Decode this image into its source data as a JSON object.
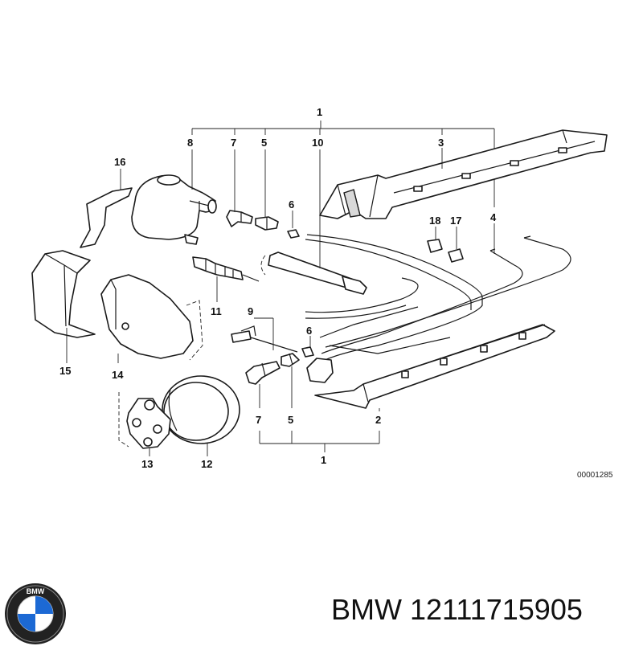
{
  "diagram": {
    "drawing_code": "00001285",
    "callouts": {
      "c1_top": "1",
      "c1_bottom": "1",
      "c2": "2",
      "c3": "3",
      "c4": "4",
      "c5_top": "5",
      "c5_bottom": "5",
      "c6_top": "6",
      "c6_bottom": "6",
      "c7_top": "7",
      "c7_bottom": "7",
      "c8": "8",
      "c9": "9",
      "c10": "10",
      "c11": "11",
      "c12": "12",
      "c13": "13",
      "c14": "14",
      "c15": "15",
      "c16": "16",
      "c17": "17",
      "c18": "18"
    }
  },
  "footer": {
    "brand_logo_text": "BMW",
    "part_number": "BMW 12111715905"
  },
  "colors": {
    "line": "#1a1a1a",
    "background": "#ffffff",
    "logo_blue": "#1c69d4"
  }
}
